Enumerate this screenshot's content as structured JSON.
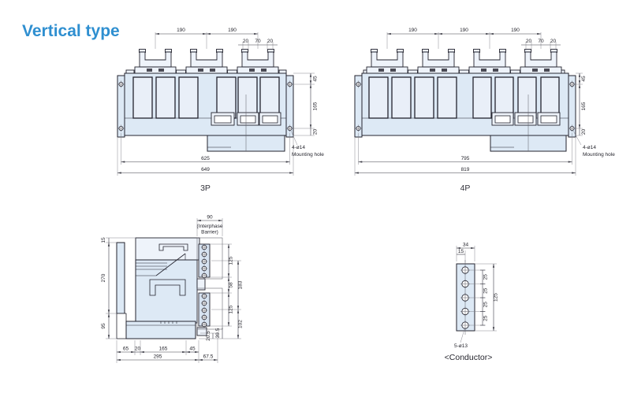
{
  "title": "Vertical type",
  "colors": {
    "accent": "#2f8fd0",
    "body_fill": "#dde9f5",
    "slot_fill": "#e9eff8",
    "clamp_fill": "#eef3fa",
    "cond_fill": "#d7e3f1",
    "line": "#23232e",
    "dim": "#3c3c46"
  },
  "front_3p": {
    "label": "3P",
    "pitch": [
      "190",
      "190"
    ],
    "terminal": [
      "20",
      "70",
      "20"
    ],
    "side": [
      "45",
      "165",
      "20"
    ],
    "inner_width": "625",
    "outer_width": "649",
    "note1": "4-ø14",
    "note2": "Mounting hole"
  },
  "front_4p": {
    "label": "4P",
    "pitch": [
      "190",
      "190",
      "190"
    ],
    "terminal": [
      "20",
      "70",
      "20"
    ],
    "side": [
      "45",
      "165",
      "20"
    ],
    "inner_width": "795",
    "outer_width": "819",
    "note1": "4-ø14",
    "note2": "Mounting hole"
  },
  "side_view": {
    "top_width": "90",
    "top_note1": "(Interphase",
    "top_note2": "Barrier)",
    "left": [
      "15",
      "270",
      "95"
    ],
    "bottom": [
      "65",
      "20",
      "165",
      "45"
    ],
    "bottom_total": "295",
    "bottom_offset": "67.5",
    "right": [
      "125",
      "58",
      "183",
      "125",
      "102",
      "20.5",
      "39.5"
    ]
  },
  "conductor": {
    "caption": "<Conductor>",
    "width": "34",
    "hole_offset": "15",
    "hole_pitch": "25",
    "height": "125",
    "hole_note": "5-ø13"
  }
}
